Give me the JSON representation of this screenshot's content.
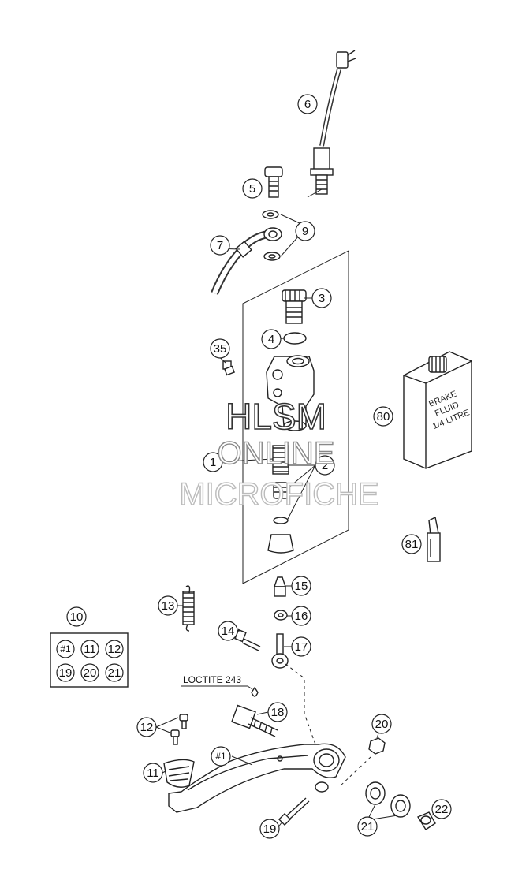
{
  "callouts": {
    "c1": "1",
    "c2": "2",
    "c3": "3",
    "c4": "4",
    "c5": "5",
    "c6": "6",
    "c7": "7",
    "c9": "9",
    "c10": "10",
    "c11": "11",
    "c12": "12",
    "c13": "13",
    "c14": "14",
    "c15": "15",
    "c16": "16",
    "c17": "17",
    "c18": "18",
    "c19": "19",
    "c20": "20",
    "c21": "21",
    "c22": "22",
    "c35": "35",
    "c80": "80",
    "c81": "81",
    "cpedal": "#1"
  },
  "kit": {
    "r1": [
      "#1",
      "11",
      "12"
    ],
    "r2": [
      "19",
      "20",
      "21"
    ]
  },
  "loctite": "LOCTITE 243",
  "bottle": {
    "l1": "BRAKE",
    "l2": "FLUID",
    "l3": "1/4 LITRE"
  },
  "watermark": {
    "l1": "HLSM",
    "l2": "ONLINE",
    "l3": "MICROFICHE"
  }
}
